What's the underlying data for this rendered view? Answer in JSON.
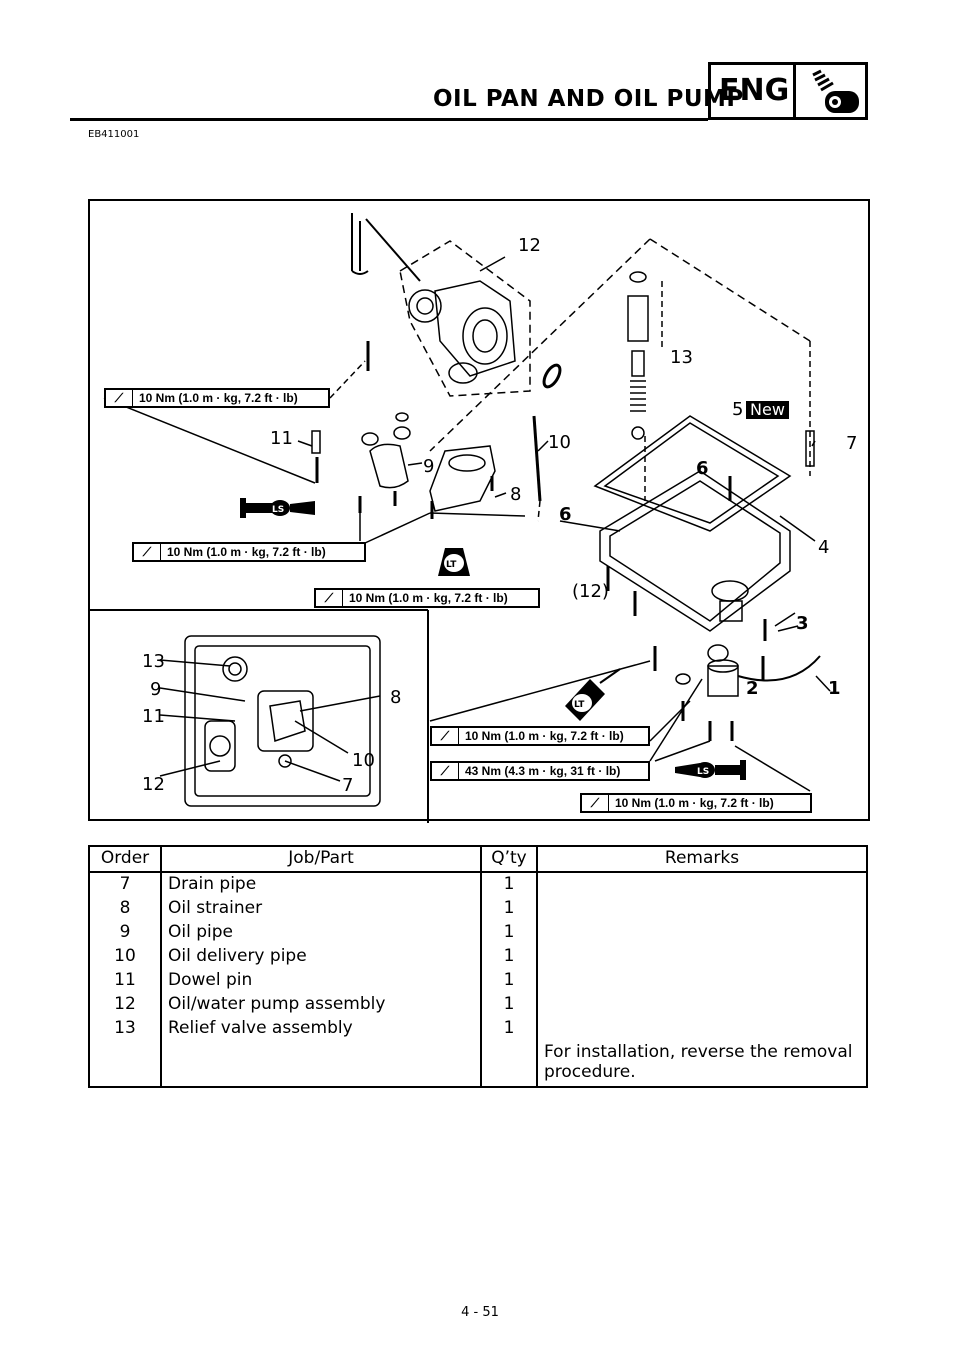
{
  "header": {
    "title": "OIL PAN AND OIL PUMP",
    "badge": "ENG",
    "badge_icon": "engine-icon",
    "code": "EB411001"
  },
  "diagram": {
    "torque_specs": [
      "10 Nm (1.0 m · kg, 7.2 ft · lb)",
      "10 Nm (1.0 m · kg, 7.2 ft · lb)",
      "10 Nm (1.0 m · kg, 7.2 ft · lb)",
      "10 Nm (1.0 m · kg, 7.2 ft · lb)",
      "43 Nm (4.3 m · kg, 31 ft · lb)",
      "10 Nm (1.0 m · kg, 7.2 ft · lb)"
    ],
    "callouts": {
      "c12": "12",
      "c13": "13",
      "c5": "5",
      "new": "New",
      "c7": "7",
      "c11": "11",
      "c10": "10",
      "c9": "9",
      "c8": "8",
      "c6a": "6",
      "c6b": "6",
      "c4": "4",
      "c12p": "(12)",
      "c3": "3",
      "c2": "2",
      "c1": "1",
      "i13": "13",
      "i9": "9",
      "i11": "11",
      "i8": "8",
      "i10": "10",
      "i12": "12",
      "i7": "7"
    },
    "symbols": {
      "ls": "LS",
      "lt": "LT"
    }
  },
  "table": {
    "headers": [
      "Order",
      "Job/Part",
      "Q’ty",
      "Remarks"
    ],
    "rows": [
      [
        "7",
        "Drain pipe",
        "1",
        ""
      ],
      [
        "8",
        "Oil strainer",
        "1",
        ""
      ],
      [
        "9",
        "Oil pipe",
        "1",
        ""
      ],
      [
        "10",
        "Oil delivery pipe",
        "1",
        ""
      ],
      [
        "11",
        "Dowel pin",
        "1",
        ""
      ],
      [
        "12",
        "Oil/water pump assembly",
        "1",
        ""
      ],
      [
        "13",
        "Relief valve assembly",
        "1",
        ""
      ]
    ],
    "footer_remark": "For installation, reverse the removal procedure."
  },
  "page_number": "4 - 51"
}
